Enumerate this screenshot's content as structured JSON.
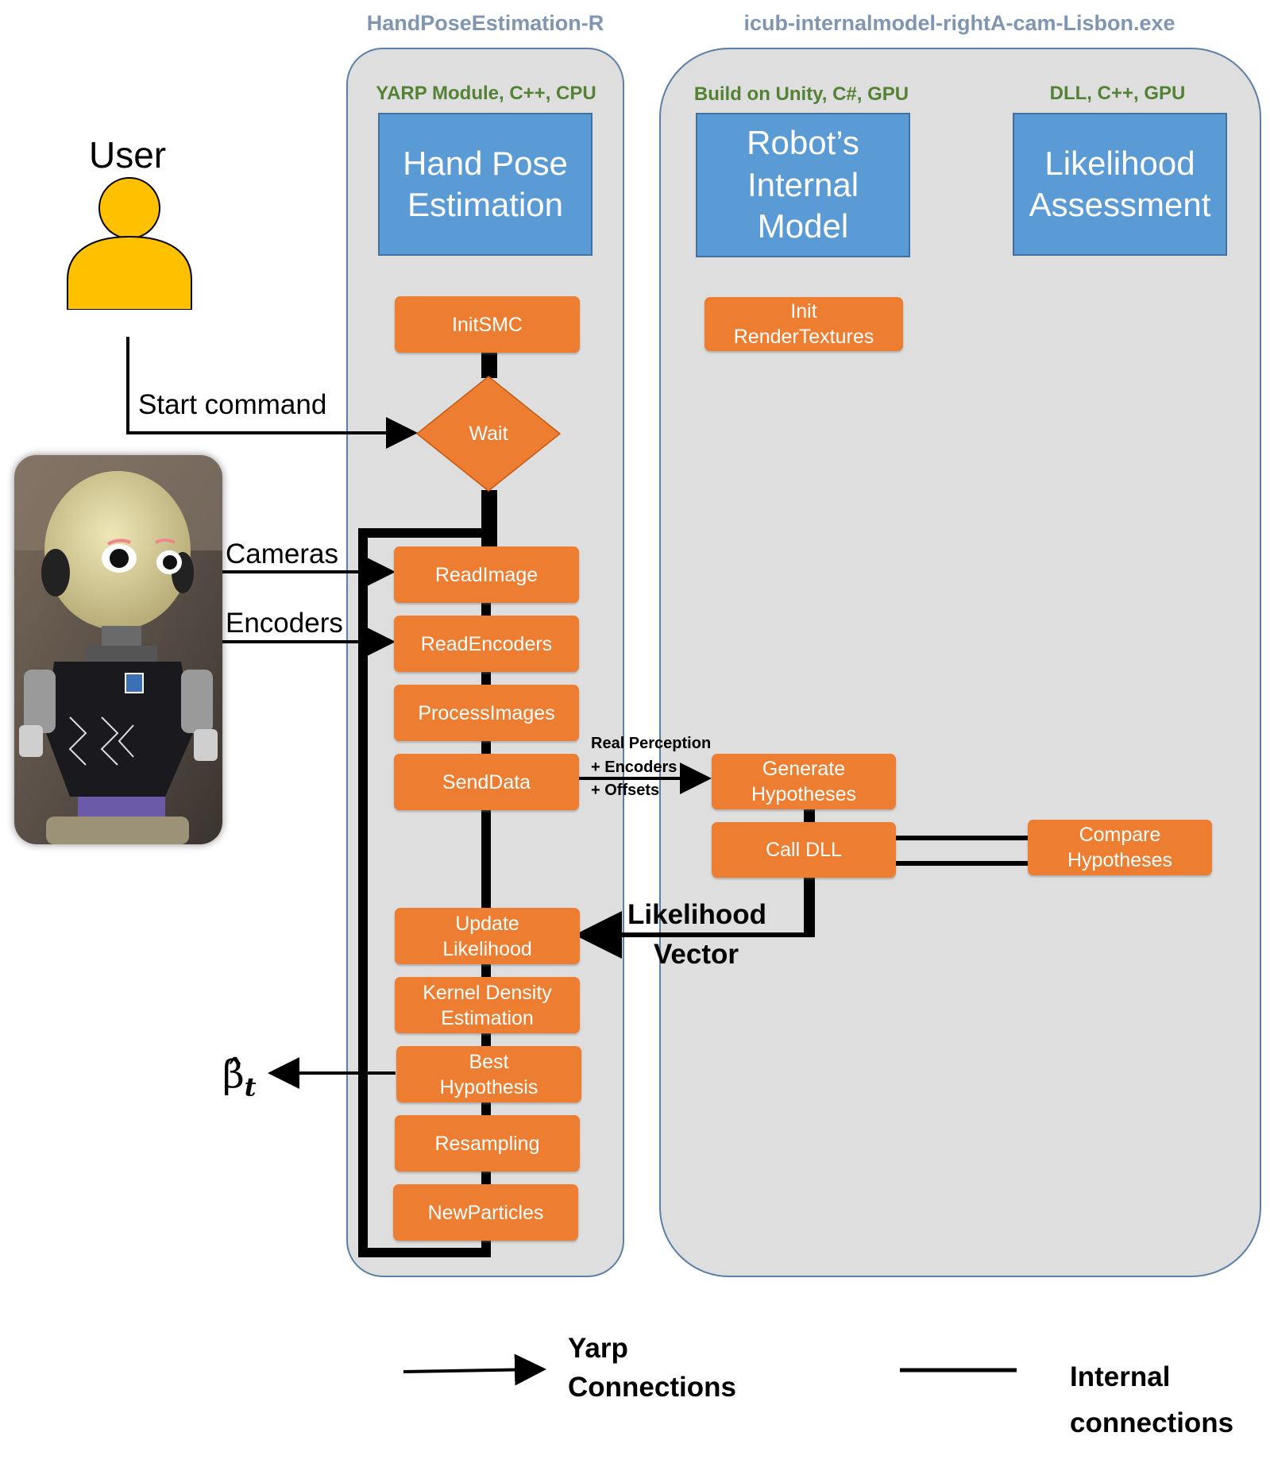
{
  "panels": {
    "left_title": "HandPoseEstimation-R",
    "right_title": "icub-internalmodel-rightA-cam-Lisbon.exe"
  },
  "tech": {
    "yarp": "YARP Module, C++, CPU",
    "unity": "Build on Unity, C#, GPU",
    "dll": "DLL, C++, GPU"
  },
  "modules": {
    "hand_pose": "Hand Pose\nEstimation",
    "internal_model": "Robot’s\nInternal\nModel",
    "likelihood": "Likelihood\nAssessment"
  },
  "user": {
    "label": "User"
  },
  "steps": {
    "initsmc": "InitSMC",
    "wait": "Wait",
    "readimage": "ReadImage",
    "readencoders": "ReadEncoders",
    "processimages": "ProcessImages",
    "senddata": "SendData",
    "update": "Update\nLikelihood",
    "kde": "Kernel Density\nEstimation",
    "best": "Best\nHypothesis",
    "resampling": "Resampling",
    "newparticles": "NewParticles",
    "init_rt": "Init\nRenderTextures",
    "generate": "Generate\nHypotheses",
    "calldll": "Call DLL",
    "compare": "Compare\nHypotheses"
  },
  "connections": {
    "start_command": "Start command",
    "cameras": "Cameras",
    "encoders": "Encoders",
    "real_perception_1": "Real Perception",
    "real_perception_2": "+ Encoders",
    "real_perception_3": "+ Offsets",
    "likelihood_1": "Likelihood",
    "likelihood_2": "Vector",
    "beta": "β̂",
    "beta_sub": "t"
  },
  "legend": {
    "yarp_1": "Yarp",
    "yarp_2": "Connections",
    "internal_1": "Internal",
    "internal_2": "connections"
  },
  "colors": {
    "panel": "#dedede",
    "module_blue": "#5b9bd5",
    "step_orange": "#ed7d31",
    "user_yellow": "#ffc000",
    "tech_green": "#548235",
    "title_gray_blue": "#7f95b2"
  }
}
